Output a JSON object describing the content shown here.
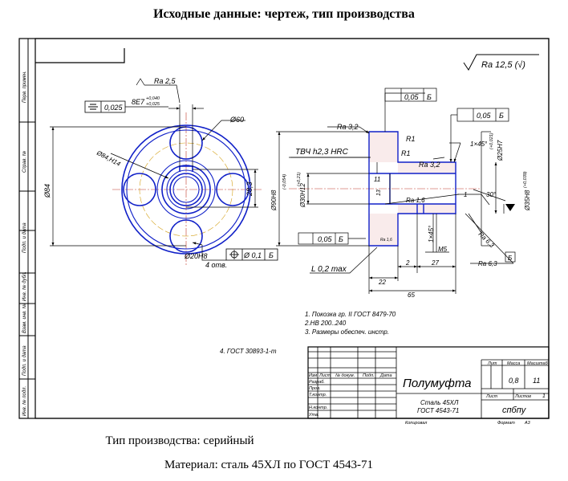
{
  "heading": "Исходные данные: чертеж, тип производства",
  "production_type": "Тип производства: серийный",
  "material_line": "Материал: сталь 45ХЛ по ГОСТ 4543-71",
  "drawing": {
    "sidebar_labels": [
      "Перв. примен.",
      "Справ. №",
      "Подп. и дата",
      "Инв. № дубл.",
      "Взам. инв. №",
      "Подп. и дата",
      "Инв. № подл."
    ],
    "roughness_general": "Ra 12,5 (√)",
    "front_view": {
      "ra_top": "Ra 2,5",
      "keyway_tol": "8E7",
      "keyway_tol_upper": "+0,040",
      "keyway_tol_lower": "+0,025",
      "sym_tol": "0,025",
      "dia60": "Ø60",
      "dia84": "Ø84,H14",
      "dia_outer": "Ø84",
      "dim283": "28,3",
      "holes_dia": "Ø20H8",
      "holes_pos_tol": "Ø 0,1",
      "holes_datum": "Б",
      "holes_count": "4 отв."
    },
    "section_view": {
      "ra32_top": "Ra 3,2",
      "runout_top": "0,05",
      "runout_top_datum": "Б",
      "runout_right": "0,05",
      "runout_right_datum": "Б",
      "hardening": "ТВЧ h2,3 HRC",
      "r1a": "R1",
      "r1b": "R1",
      "ra32_bore": "Ra 3,2",
      "chamfer_top": "1×45°",
      "dia25": "Ø25H7",
      "dia25_tol": "(+0,021)",
      "dia90": "Ø90H8",
      "dia90_tol": "(-0,054)",
      "dia30": "Ø30H12",
      "dia30_tol": "(+0,21)",
      "dim11": "11",
      "dim13": "13",
      "ra16": "Ra 1,6",
      "dim1": "1",
      "angle30": "30°",
      "dia35": "Ø35H8",
      "dia35_tol": "(+0,039)",
      "ra16_small": "Ra 1,6",
      "chamfer_bottom": "1×45°",
      "thread": "M5",
      "ra63_a": "Ra 6,3",
      "ra63_b": "Ra 6,3",
      "datum_b": "Б",
      "runout_bottom": "0,05",
      "runout_bottom_datum": "Б",
      "length_tol": "L 0,2 max",
      "dim2": "2",
      "dim27": "27",
      "dim22": "22",
      "dim65": "65"
    },
    "notes": [
      "1. Покозка гр. II ГОСТ 8479-70",
      "2.HB 200..240",
      "3. Размеры обеспеч. инстр."
    ],
    "gost_note": "4. ГОСТ 30893-1-т",
    "title_block": {
      "part_name": "Полумуфта",
      "material_line1": "Сталь 45ХЛ",
      "material_line2": "ГОСТ 4543-71",
      "org": "спбпу",
      "col_lit": "Лит",
      "col_mass": "Масса",
      "col_scale": "Масштаб",
      "mass": "0,8",
      "scale": "11",
      "sheet": "Лист",
      "sheets": "Листов",
      "sheets_count": "1",
      "copied": "Копировал",
      "format": "Формат",
      "format_value": "A3",
      "left_headers": [
        "Изм",
        "Лист",
        "№ докум.",
        "Подп.",
        "Дата"
      ],
      "left_rows": [
        "Разраб.",
        "Пров.",
        "Т.контр.",
        "",
        "Н.контр.",
        "Утв."
      ]
    }
  }
}
